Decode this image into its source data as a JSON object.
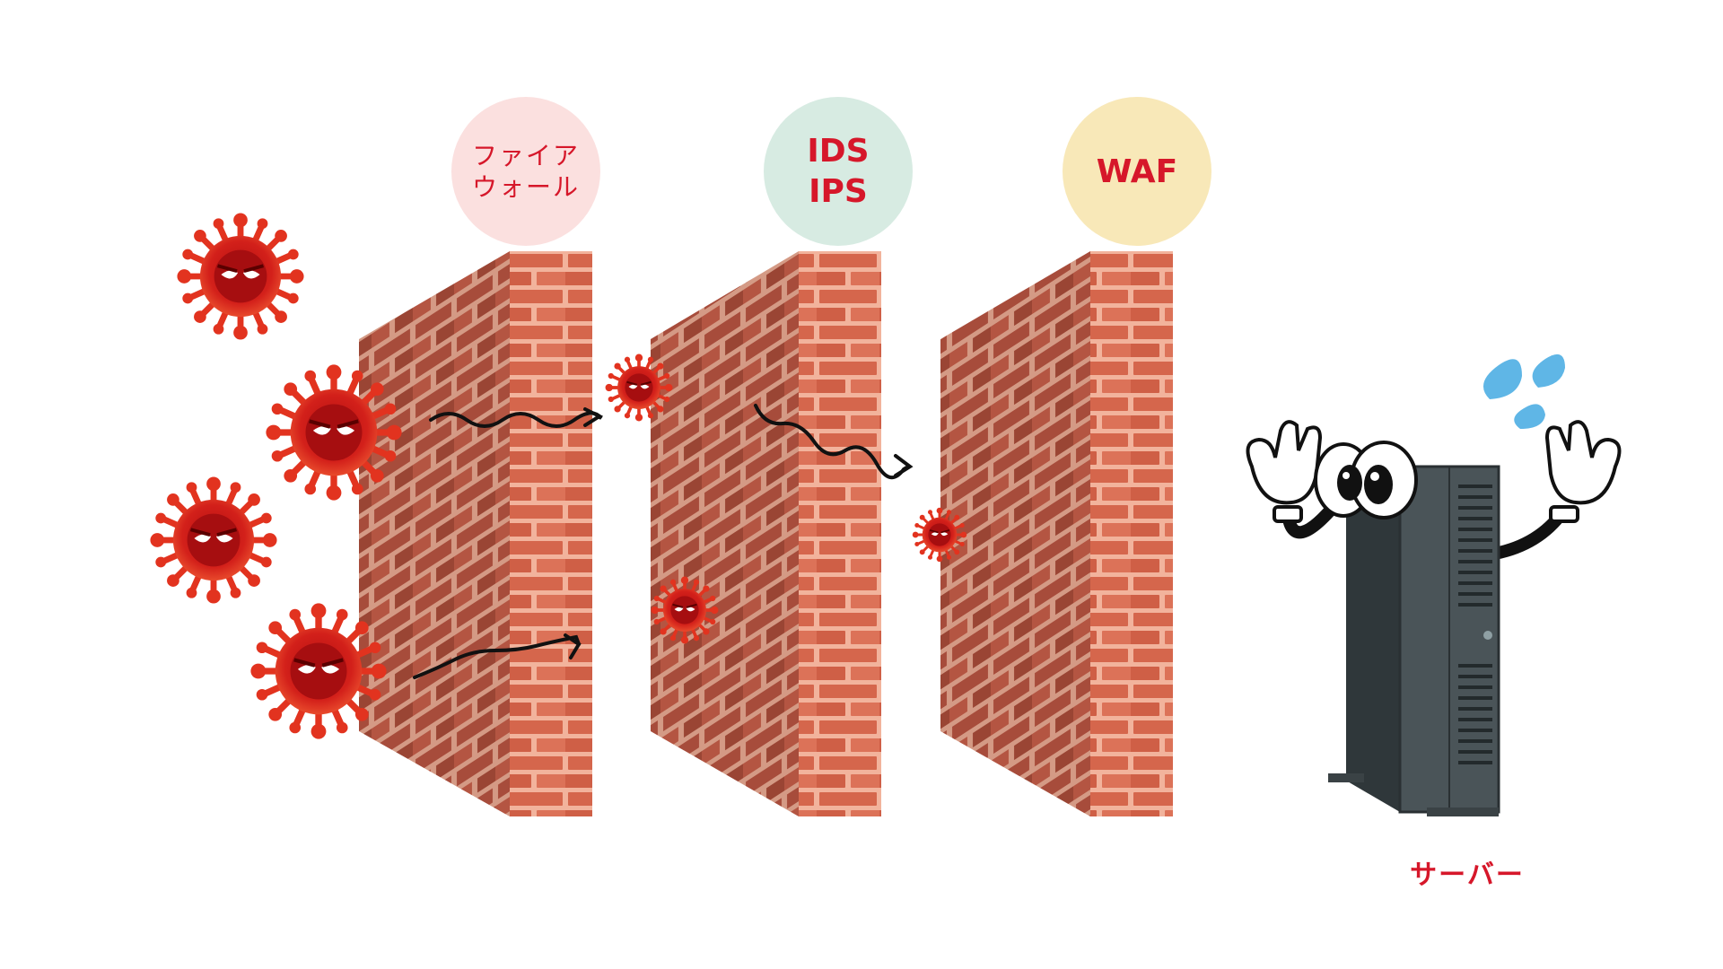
{
  "layers": [
    {
      "id": "firewall",
      "line1": "ファイア",
      "line2": "ウォール",
      "color": "#fbe0df"
    },
    {
      "id": "ids-ips",
      "line1": "IDS",
      "line2": "IPS",
      "color": "#d7ebe2"
    },
    {
      "id": "waf",
      "line1": "WAF",
      "line2": "",
      "color": "#f8e8b8"
    }
  ],
  "server": {
    "label": "サーバー"
  },
  "colors": {
    "label_text": "#d6172a",
    "brick": "#d5694f",
    "mortar": "#f0b39c",
    "virus": "#d8231c",
    "server_body": "#4a5458",
    "sweat": "#5fb6e6"
  },
  "icons": [
    "virus-icon",
    "brick-wall",
    "server-icon",
    "sweat-drop-icon",
    "arrow-icon"
  ]
}
